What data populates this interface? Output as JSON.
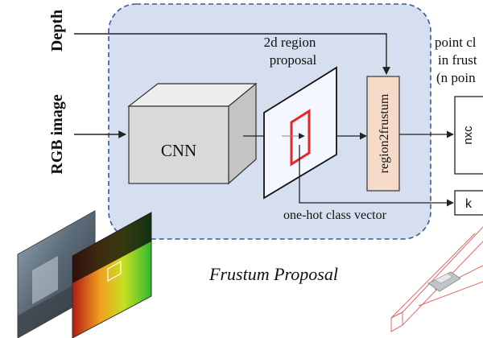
{
  "inputs": {
    "depth_label": "Depth",
    "rgb_label": "RGB image"
  },
  "frustum_box": {
    "caption": "Frustum Proposal"
  },
  "cnn": {
    "label": "CNN"
  },
  "proposal": {
    "line1": "2d region",
    "line2": "proposal"
  },
  "region2frustum": {
    "label": "region2frustum"
  },
  "class_vector": {
    "label": "one-hot class vector"
  },
  "point_cloud": {
    "line1": "point cl",
    "line2": "in frust",
    "line3": "(n poin",
    "nxc_label": "nxc",
    "k_label": "k"
  },
  "colors": {
    "frustum_fill": "#d5dff0",
    "frustum_border": "#3a5a9a",
    "cube_front": "#d9d9d9",
    "cube_top": "#eeeeee",
    "cube_side": "#c4c4c4",
    "region_box": "#e8262a",
    "region2frustum_fill": "#f6dcc8",
    "wireframe": "#d9534f"
  }
}
